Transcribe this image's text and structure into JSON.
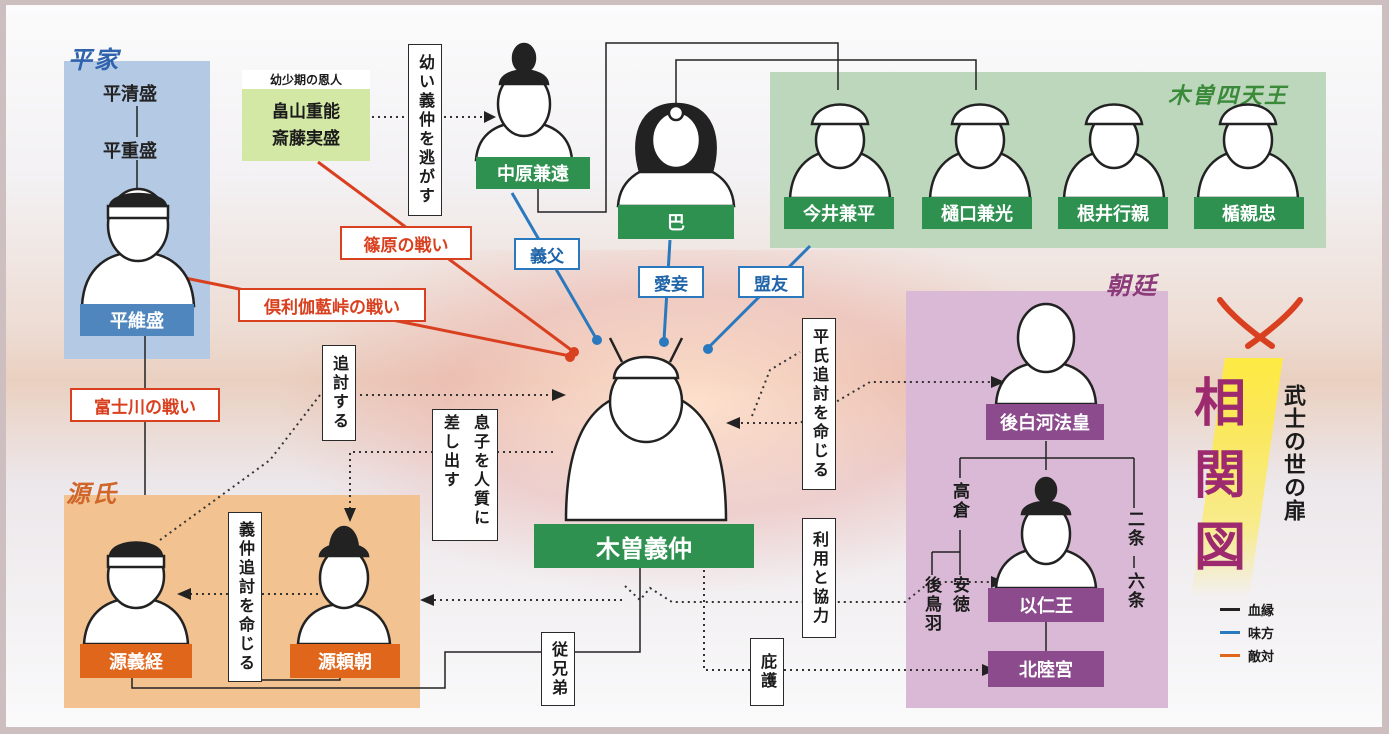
{
  "groups": {
    "heike": "平家",
    "shitenno": "木曽四天王",
    "chotei": "朝廷",
    "genji": "源氏"
  },
  "people": {
    "kiyomori": "平清盛",
    "shigemori": "平重盛",
    "koremori": "平維盛",
    "kanetoo": "中原兼遠",
    "tomoe": "巴",
    "imai": "今井兼平",
    "higuchi": "樋口兼光",
    "nenoi": "根井行親",
    "tate": "楯親忠",
    "yoshinaka": "木曽義仲",
    "goshirakawa": "後白河法皇",
    "mochihito": "以仁王",
    "hokurokunomiya": "北陸宮",
    "takakura": "高倉",
    "antoku": "安徳",
    "gotoba": "後鳥羽",
    "nijo": "二条",
    "rokujo": "六条",
    "yoshitsune": "源義経",
    "yoritomo": "源頼朝"
  },
  "benefactor": {
    "caption": "幼少期の恩人",
    "name1": "畠山重能",
    "name2": "斎藤実盛"
  },
  "relations": {
    "nigasu": "幼い義仲を逃がす",
    "gifu": "義父",
    "aisho": "愛妾",
    "meiyu": "盟友",
    "shinohara": "篠原の戦い",
    "kurikara": "倶利伽藍峠の戦い",
    "fujigawa": "富士川の戦い",
    "tsuito": "追討する",
    "hitojichi": "息子を人質に差し出す",
    "heishi_tsuito": "平氏追討を命じる",
    "yoshinaka_tsuito": "義仲追討を命じる",
    "riyo": "利用と協力",
    "jukeitei": "従兄弟",
    "higo": "庇護"
  },
  "logo": {
    "big1": "相",
    "big2": "関",
    "big3": "図",
    "subtitle": "武士の世の扉"
  },
  "legend": [
    {
      "label": "血縁",
      "color": "#222222"
    },
    {
      "label": "味方",
      "color": "#2a78bd"
    },
    {
      "label": "敵対",
      "color": "#e0661c"
    }
  ],
  "colors": {
    "ally": "#2a78bd",
    "enemy": "#d9401f",
    "blood": "#222222"
  }
}
